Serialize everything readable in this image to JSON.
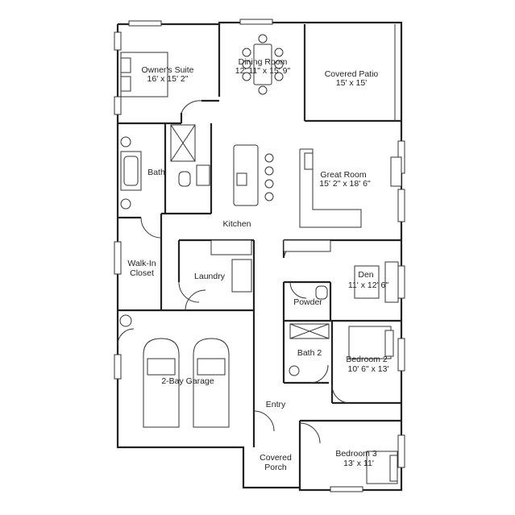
{
  "rooms": {
    "owners_suite": {
      "name": "Owner's Suite",
      "dims": "16' x 15' 2\""
    },
    "dining_room": {
      "name": "Dining Room",
      "dims": "12' 11\" x 15' 9\""
    },
    "covered_patio": {
      "name": "Covered Patio",
      "dims": "15' x 15'"
    },
    "bath": {
      "name": "Bath"
    },
    "great_room": {
      "name": "Great Room",
      "dims": "15' 2\" x 18' 6\""
    },
    "kitchen": {
      "name": "Kitchen"
    },
    "walk_in_closet": {
      "name_line1": "Walk-In",
      "name_line2": "Closet"
    },
    "laundry": {
      "name": "Laundry"
    },
    "den": {
      "name": "Den",
      "dims": "11' x 12' 6\""
    },
    "powder": {
      "name": "Powder"
    },
    "bath_2": {
      "name": "Bath 2"
    },
    "bedroom_2": {
      "name": "Bedroom 2",
      "dims": "10' 6\" x 13'"
    },
    "garage": {
      "name": "2-Bay Garage"
    },
    "entry": {
      "name": "Entry"
    },
    "covered_porch": {
      "name_line1": "Covered",
      "name_line2": "Porch"
    },
    "bedroom_3": {
      "name": "Bedroom 3",
      "dims": "13' x 11'"
    }
  }
}
